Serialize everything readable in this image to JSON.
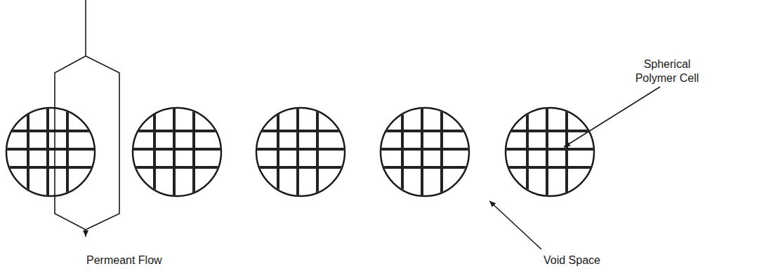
{
  "diagram": {
    "labels": [
      "Permeant Flow",
      "Spherical Polymer Cell",
      "Void Space"
    ]
  }
}
